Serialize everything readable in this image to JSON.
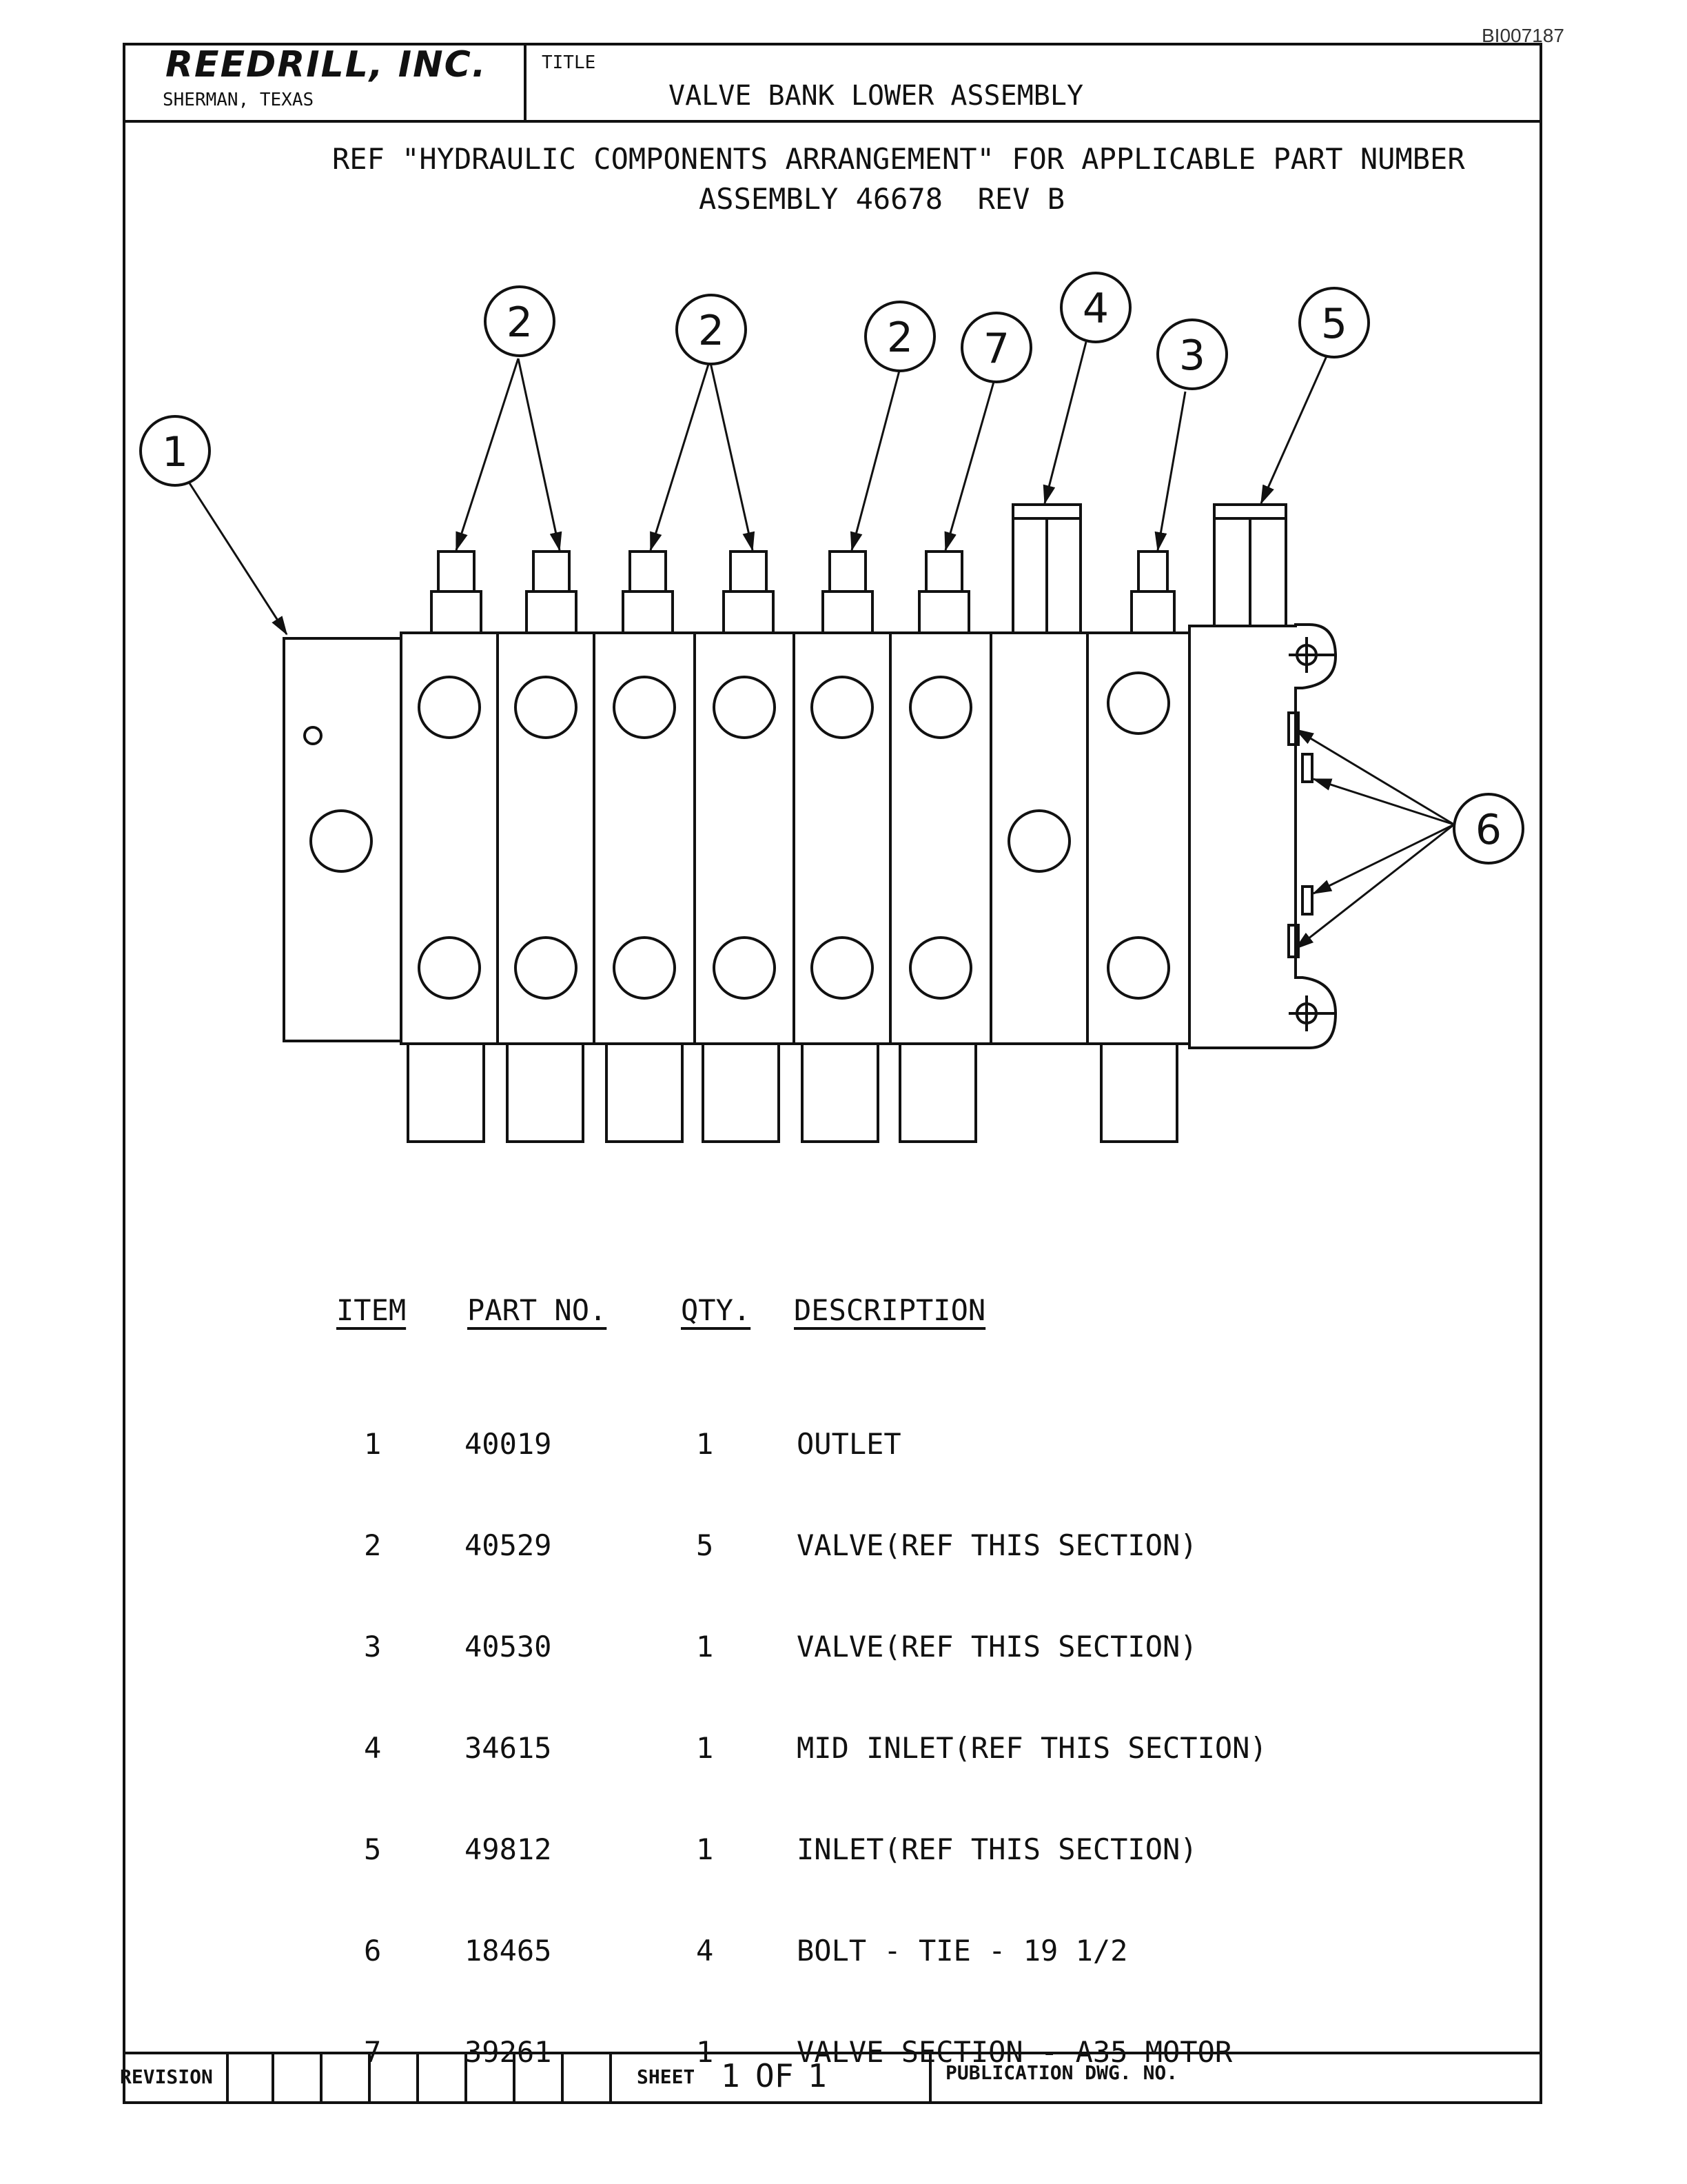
{
  "document_id": "BI007187",
  "title_block": {
    "company": "REEDRILL, INC.",
    "location": "SHERMAN, TEXAS",
    "title_label": "TITLE",
    "title": "VALVE BANK LOWER ASSEMBLY"
  },
  "reference": {
    "line1": "REF \"HYDRAULIC COMPONENTS ARRANGEMENT\" FOR APPLICABLE PART NUMBER",
    "line2": "ASSEMBLY 46678  REV B"
  },
  "callouts": [
    "1",
    "2",
    "2",
    "2",
    "7",
    "4",
    "3",
    "5",
    "6"
  ],
  "parts_table": {
    "headers": {
      "item": "ITEM",
      "part_no": "PART NO.",
      "qty": "QTY.",
      "description": "DESCRIPTION"
    },
    "rows": [
      {
        "item": "1",
        "part_no": "40019",
        "qty": "1",
        "description": "OUTLET"
      },
      {
        "item": "2",
        "part_no": "40529",
        "qty": "5",
        "description": "VALVE(REF THIS SECTION)"
      },
      {
        "item": "3",
        "part_no": "40530",
        "qty": "1",
        "description": "VALVE(REF THIS SECTION)"
      },
      {
        "item": "4",
        "part_no": "34615",
        "qty": "1",
        "description": "MID INLET(REF THIS SECTION)"
      },
      {
        "item": "5",
        "part_no": "49812",
        "qty": "1",
        "description": "INLET(REF THIS SECTION)"
      },
      {
        "item": "6",
        "part_no": "18465",
        "qty": "4",
        "description": "BOLT - TIE - 19 1/2"
      },
      {
        "item": "7",
        "part_no": "39261",
        "qty": "1",
        "description": "VALVE SECTION - A35 MOTOR"
      }
    ]
  },
  "footer": {
    "revision_label": "REVISION",
    "sheet_label": "SHEET",
    "sheet_number": "1",
    "sheet_of": "OF",
    "sheet_total": "1",
    "publication_label": "PUBLICATION DWG. NO."
  }
}
